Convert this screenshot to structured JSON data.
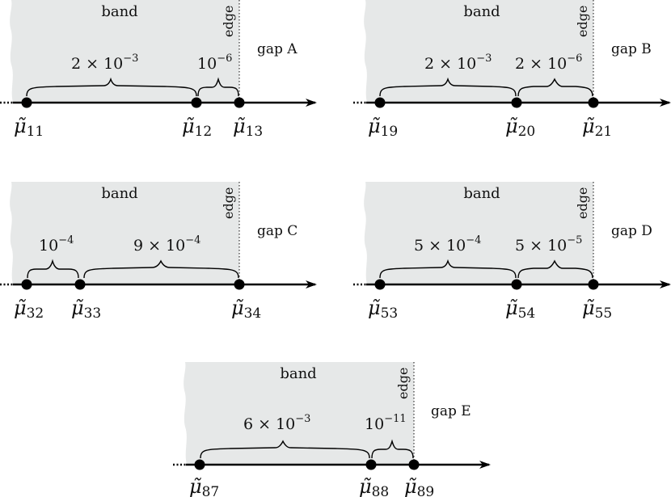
{
  "figure": {
    "band_color": "#e6e8e8",
    "axis_color": "#000000",
    "labels": {
      "band": "band",
      "edge": "edge",
      "times": "×",
      "tilde": "~",
      "mu": "μ"
    },
    "panels": [
      {
        "id": "A",
        "gap_label": "gap A",
        "points": [
          {
            "label": "μ̃",
            "subscript": "11"
          },
          {
            "label": "μ̃",
            "subscript": "12"
          },
          {
            "label": "μ̃",
            "subscript": "13"
          }
        ],
        "spacings": [
          {
            "mantissa": "2 × 10",
            "exponent": "−3"
          },
          {
            "mantissa": "10",
            "exponent": "−6"
          }
        ]
      },
      {
        "id": "B",
        "gap_label": "gap B",
        "points": [
          {
            "label": "μ̃",
            "subscript": "19"
          },
          {
            "label": "μ̃",
            "subscript": "20"
          },
          {
            "label": "μ̃",
            "subscript": "21"
          }
        ],
        "spacings": [
          {
            "mantissa": "2 × 10",
            "exponent": "−3"
          },
          {
            "mantissa": "2 × 10",
            "exponent": "−6"
          }
        ]
      },
      {
        "id": "C",
        "gap_label": "gap C",
        "points": [
          {
            "label": "μ̃",
            "subscript": "32"
          },
          {
            "label": "μ̃",
            "subscript": "33"
          },
          {
            "label": "μ̃",
            "subscript": "34"
          }
        ],
        "spacings": [
          {
            "mantissa": "10",
            "exponent": "−4"
          },
          {
            "mantissa": "9 × 10",
            "exponent": "−4"
          }
        ]
      },
      {
        "id": "D",
        "gap_label": "gap D",
        "points": [
          {
            "label": "μ̃",
            "subscript": "53"
          },
          {
            "label": "μ̃",
            "subscript": "54"
          },
          {
            "label": "μ̃",
            "subscript": "55"
          }
        ],
        "spacings": [
          {
            "mantissa": "5 × 10",
            "exponent": "−4"
          },
          {
            "mantissa": "5 × 10",
            "exponent": "−5"
          }
        ]
      },
      {
        "id": "E",
        "gap_label": "gap E",
        "points": [
          {
            "label": "μ̃",
            "subscript": "87"
          },
          {
            "label": "μ̃",
            "subscript": "88"
          },
          {
            "label": "μ̃",
            "subscript": "89"
          }
        ],
        "spacings": [
          {
            "mantissa": "6 × 10",
            "exponent": "−3"
          },
          {
            "mantissa": "10",
            "exponent": "−11"
          }
        ]
      }
    ]
  }
}
